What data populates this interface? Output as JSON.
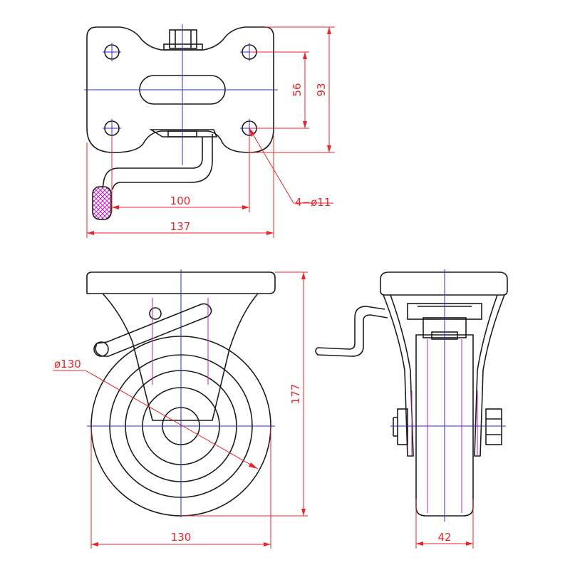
{
  "colors": {
    "outline": "#1c1c1c",
    "dimension": "#e8262a",
    "centerline": "#2b2bd8",
    "hidden": "#c020c0"
  },
  "dimensions": {
    "bolt_pitch_vertical": "56",
    "plate_height": "93",
    "bolt_pitch_horizontal": "100",
    "plate_width": "137",
    "bolt_holes": "4−ø11",
    "wheel_diameter": "ø130",
    "overall_height": "177",
    "wheel_width_front": "130",
    "wheel_tread_width": "42"
  }
}
